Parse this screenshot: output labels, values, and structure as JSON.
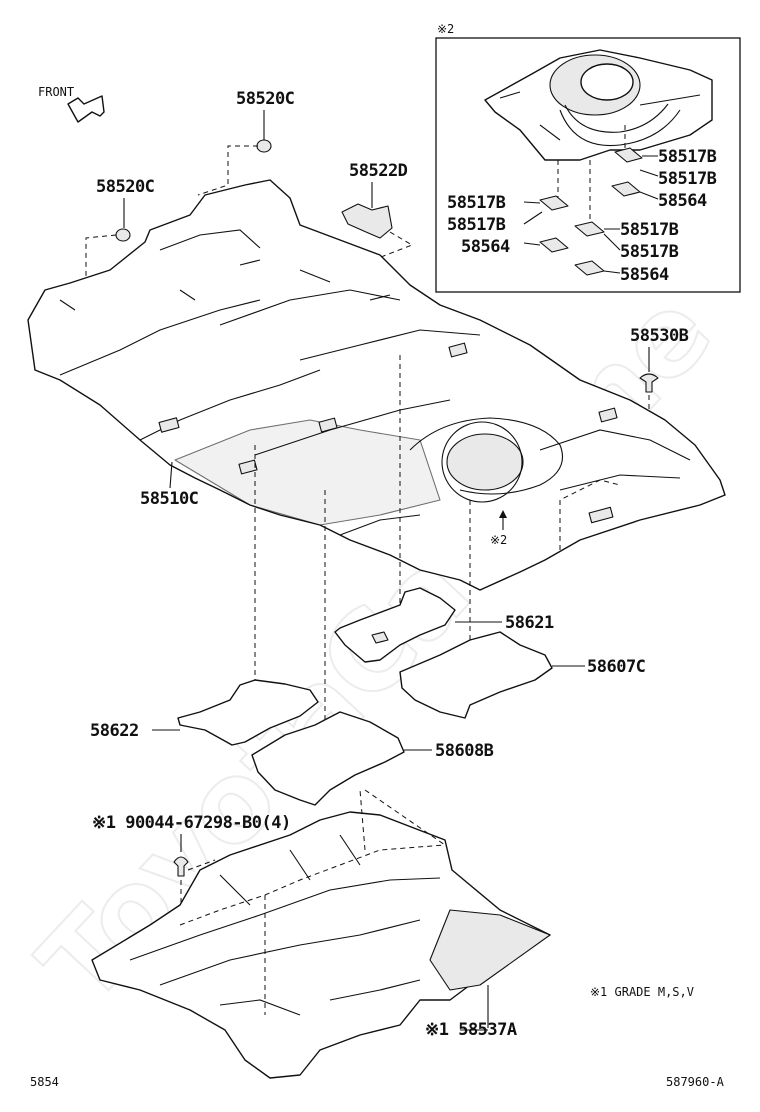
{
  "diagram": {
    "watermark": "ToyotaCarMine",
    "front_label": "FRONT",
    "inset_marker": "※2",
    "floor_callout_marker": "※2",
    "footer": {
      "left": "5854",
      "right": "587960-A"
    },
    "notes": {
      "grade": "※1 GRADE M,S,V"
    },
    "labels": {
      "p58520c_top": "58520C",
      "p58520c_left": "58520C",
      "p58522d": "58522D",
      "p58530b": "58530B",
      "p58510c": "58510C",
      "p58621": "58621",
      "p58607c": "58607C",
      "p58622": "58622",
      "p58608b": "58608B",
      "p90044": "※1 90044-67298-B0(4)",
      "p58537a": "※1 58537A",
      "inset_58517b_1": "58517B",
      "inset_58517b_2": "58517B",
      "inset_58564_1": "58564",
      "inset_58517b_3": "58517B",
      "inset_58517b_4": "58517B",
      "inset_58564_2": "58564",
      "inset_58517b_5": "58517B",
      "inset_58517b_6": "58517B",
      "inset_58564_3": "58564"
    }
  }
}
